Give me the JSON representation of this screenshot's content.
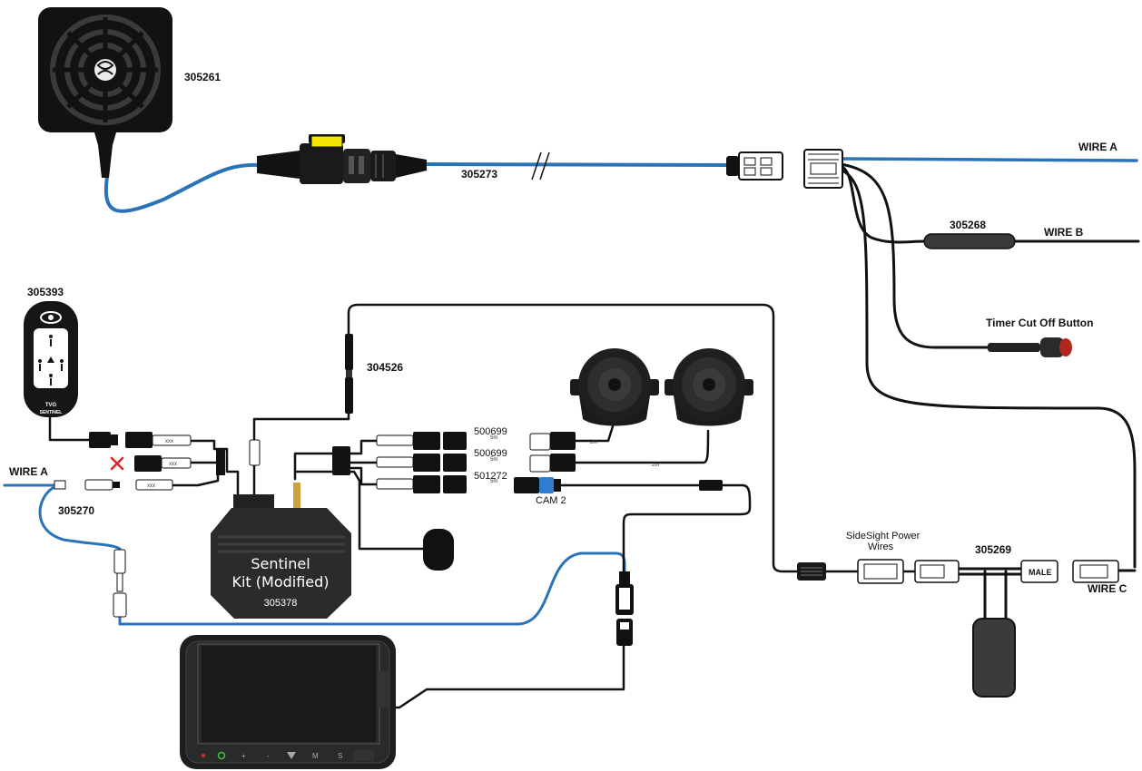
{
  "colors": {
    "blue_wire": "#2a73b8",
    "black_wire": "#111111",
    "device_body": "#2b2b2b",
    "connector_blue": "#2f7fd0",
    "fuse_yellow": "#f2e600",
    "red_x": "#d8262a",
    "button_red": "#b3261e"
  },
  "labels": {
    "fan_part": "305261",
    "fuse_cable_part": "305273",
    "wire_a_right": "WIRE A",
    "inline_part": "305268",
    "wire_b": "WIRE B",
    "timer_button": "Timer Cut Off Button",
    "sensor_part": "305393",
    "ext_part": "304526",
    "cam_cable_1": "500699",
    "cam_cable_2": "500699",
    "cam_cable_3": "501272",
    "wire_a_left": "WIRE A",
    "adapter_part": "305270",
    "cam2": "CAM 2",
    "power_wires_line1": "SideSight Power",
    "power_wires_line2": "Wires",
    "splitter_part": "305269",
    "male": "MALE",
    "wire_c": "WIRE C",
    "kit_line1": "Sentinel",
    "kit_line2": "Kit (Modified)",
    "kit_part": "305378",
    "sensor_brand": "TVG",
    "sensor_name": "SENTINEL",
    "len_2m_a": "2m",
    "len_2m_b": "2m",
    "len_5m_a": "5m",
    "len_5m_b": "5m",
    "len_5m_c": "5m"
  },
  "icons": [
    "fan-grille-icon",
    "eye-icon",
    "red-x-icon",
    "record-indicator-icon",
    "play-icon",
    "power-icon"
  ]
}
